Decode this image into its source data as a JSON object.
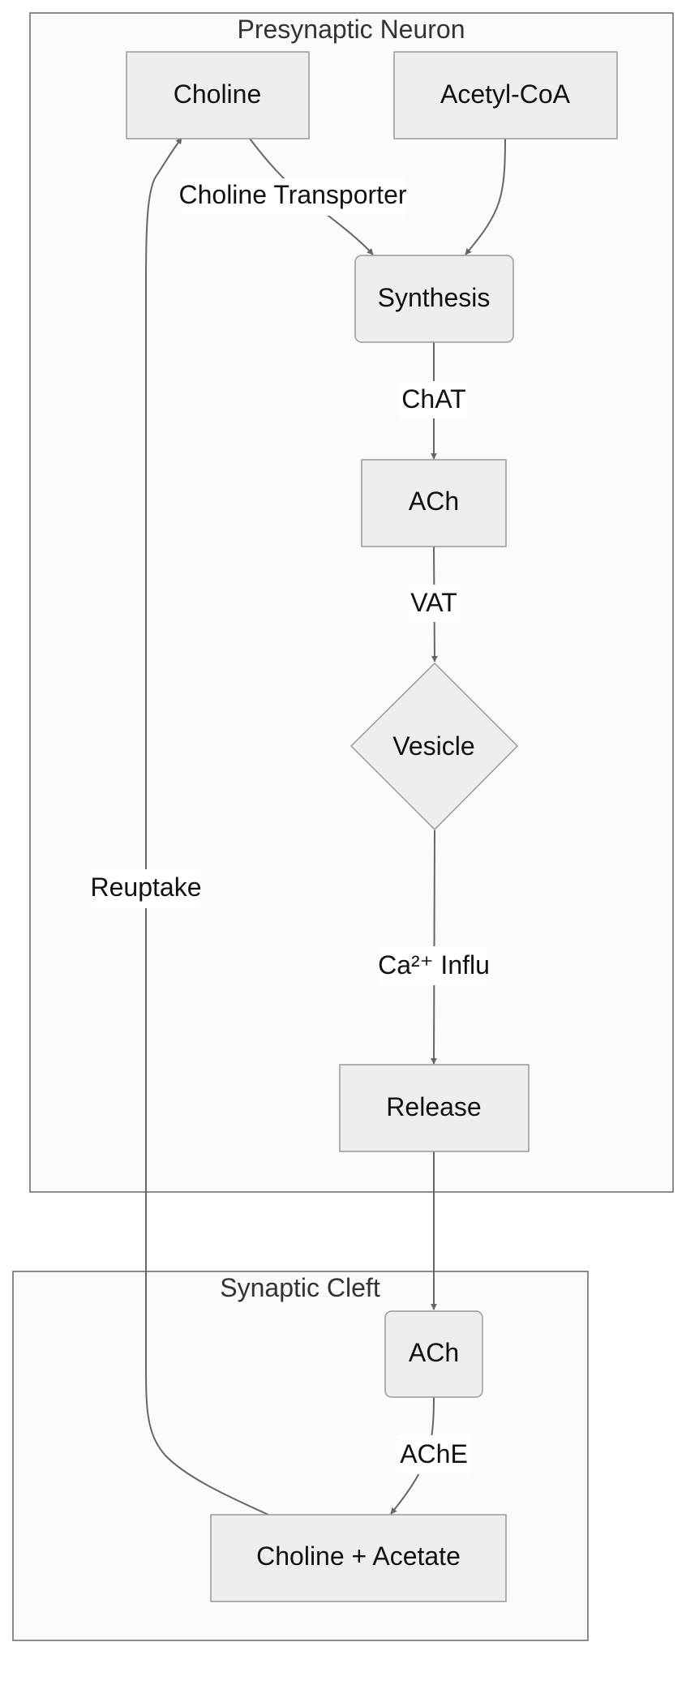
{
  "clusters": {
    "presynaptic": "Presynaptic Neuron",
    "cleft": "Synaptic Cleft"
  },
  "nodes": {
    "choline": "Choline",
    "acetyl_coa": "Acetyl-CoA",
    "synthesis": "Synthesis",
    "ach_presynaptic": "ACh",
    "vesicle": "Vesicle",
    "release": "Release",
    "ach_cleft": "ACh",
    "choline_acetate": "Choline + Acetate"
  },
  "edges": {
    "choline_transporter": "Choline Transporter",
    "chat": "ChAT",
    "vat": "VAT",
    "ca_influx": "Ca²⁺ Influ",
    "reuptake": "Reuptake",
    "ache": "AChE"
  },
  "colors": {
    "node_fill": "#eeeeee",
    "node_stroke": "#999999",
    "cluster_fill": "#fbfbfb",
    "edge": "#666666"
  }
}
